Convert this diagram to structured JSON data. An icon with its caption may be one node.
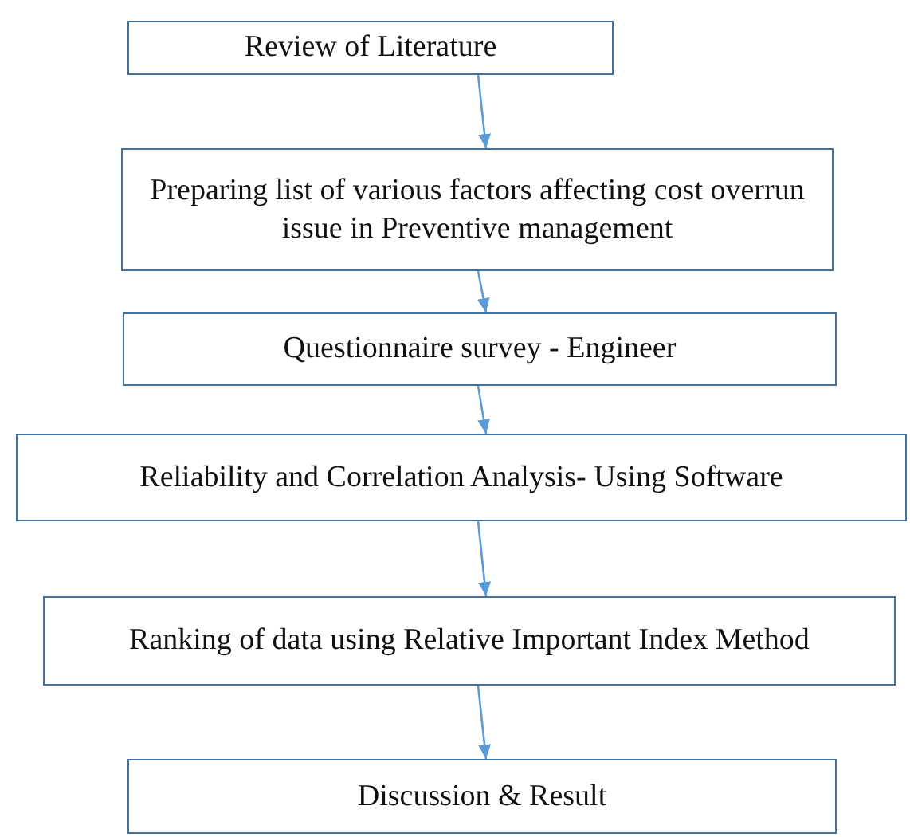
{
  "diagram": {
    "nodes": [
      {
        "text": [
          "Review of Literature"
        ]
      },
      {
        "text": [
          "Preparing list of various factors affecting cost overrun issue in Preventive management"
        ]
      },
      {
        "text": [
          "Questionnaire survey - Engineer"
        ]
      },
      {
        "text": [
          "Reliability and Correlation Analysis- Using Software"
        ]
      },
      {
        "text": [
          "Ranking of data using Relative Important Index Method"
        ]
      },
      {
        "text": [
          "Discussion & Result"
        ]
      }
    ],
    "edges": [
      {
        "from": 0,
        "to": 1,
        "arrow": "to"
      },
      {
        "from": 1,
        "to": 2,
        "arrow": "to"
      },
      {
        "from": 2,
        "to": 3,
        "arrow": "to"
      },
      {
        "from": 3,
        "to": 4,
        "arrow": "to"
      },
      {
        "from": 4,
        "to": 5,
        "arrow": "to"
      }
    ]
  }
}
